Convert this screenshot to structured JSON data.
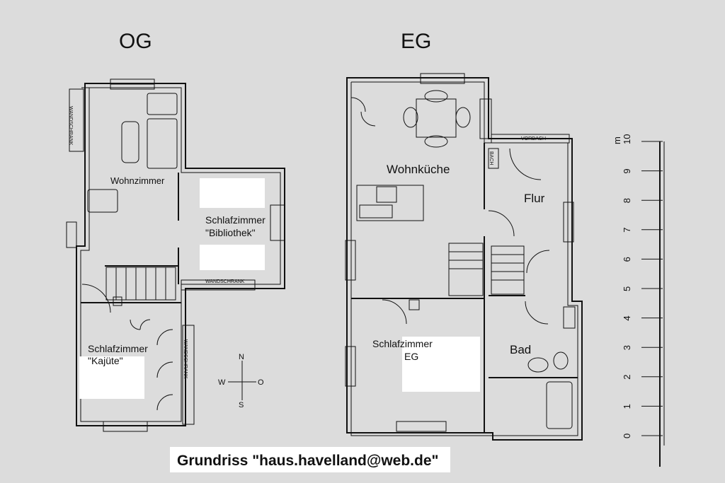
{
  "titles": {
    "upper_floor": "OG",
    "ground_floor": "EG"
  },
  "rooms": {
    "wohnzimmer": "Wohnzimmer",
    "schlafzimmer_bibliothek_1": "Schlafzimmer",
    "schlafzimmer_bibliothek_2": "\"Bibliothek\"",
    "schlafzimmer_kajuete_1": "Schlafzimmer",
    "schlafzimmer_kajuete_2": "\"Kajüte\"",
    "wohnkueche": "Wohnküche",
    "flur": "Flur",
    "schlafzimmer_eg_1": "Schlafzimmer",
    "schlafzimmer_eg_2": "EG",
    "bad": "Bad"
  },
  "fixtures": {
    "wandschrank": "WANDSCHRANK",
    "vordach": "VORDACH",
    "bach": "BACH"
  },
  "compass": {
    "north": "N",
    "south": "S",
    "west": "W",
    "east": "O"
  },
  "scale": {
    "unit": "m",
    "ticks": [
      "0",
      "1",
      "2",
      "3",
      "4",
      "5",
      "6",
      "7",
      "8",
      "9",
      "10"
    ]
  },
  "caption": "Grundriss  \"haus.havelland@web.de\""
}
